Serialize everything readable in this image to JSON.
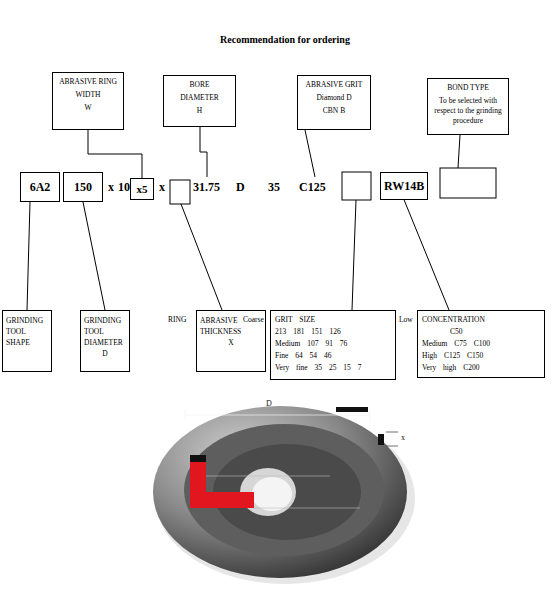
{
  "diagram": {
    "title": "Recommendation for ordering",
    "nodes": [
      {
        "text": [
          "ABRASIVE RING",
          "WIDTH",
          "W"
        ]
      },
      {
        "text": [
          "BORE",
          "DIAMETER",
          "H"
        ]
      },
      {
        "text": [
          "ABRASIVE GRIT",
          "Diamond D",
          "CBN B"
        ]
      },
      {
        "text": [
          "BOND TYPE",
          "To be selected with respect to the grinding procedure"
        ]
      },
      {
        "text": [
          "6A2"
        ]
      },
      {
        "text": [
          "150"
        ]
      },
      {
        "text": [
          "x5"
        ]
      },
      {
        "text": [
          "RW14B"
        ]
      },
      {
        "text": [
          "GRINDING",
          "TOOL",
          "SHAPE"
        ]
      },
      {
        "text": [
          "GRINDING",
          "TOOL",
          "DIAMETER",
          "D"
        ]
      },
      {
        "text": [
          "ABRASIVE",
          "THICKNESS",
          "X"
        ]
      },
      {
        "text": [
          "GRIT SIZE",
          "213 181 151 126",
          "Medium 107 91 76",
          "Fine 64 54 46",
          "Very fine 35 25 15 7"
        ]
      },
      {
        "text": [
          "CONCENTRATION",
          "C50",
          "Medium C75 C100",
          "High C125 C150",
          "Very high C200"
        ]
      }
    ],
    "edges": [
      {
        "from": 0,
        "to": 6,
        "arrow": "none"
      },
      {
        "from": 8,
        "to": 4,
        "arrow": "none"
      },
      {
        "from": 9,
        "to": 5,
        "arrow": "none"
      },
      {
        "from": 12,
        "to": 7,
        "arrow": "none"
      }
    ],
    "labels": [
      "x",
      "10",
      "x",
      "31.75",
      "D",
      "35",
      "C125",
      "RING",
      "Coarse",
      "Low",
      "D",
      "x"
    ]
  }
}
